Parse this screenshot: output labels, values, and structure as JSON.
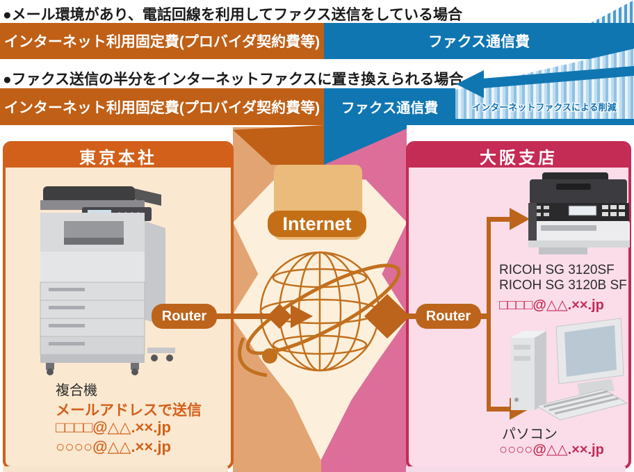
{
  "header": {
    "case1_headline": "●メール環境があり、電話回線を利用してファクス送信をしている場合",
    "case2_headline": "●ファクス送信の半分をインターネットファクスに置き換えられる場合"
  },
  "bars": {
    "fixed_cost_label": "インターネット利用固定費(プロバイダ契約費等)",
    "fax_cost_label": "ファクス通信費",
    "saving_label": "インターネットファクスによる削減"
  },
  "chart_data": {
    "type": "bar",
    "subtype": "horizontal-stacked-comparison",
    "categories": [
      "メール環境があり、電話回線を利用してファクス送信をしている場合",
      "ファクス送信の半分をインターネットファクスに置き換えられる場合"
    ],
    "series": [
      {
        "name": "インターネット利用固定費(プロバイダ契約費等)",
        "values_percent": [
          51,
          51
        ],
        "color": "#C05F16"
      },
      {
        "name": "ファクス通信費",
        "values_percent": [
          49,
          21
        ],
        "color": "#1076B2"
      },
      {
        "name": "インターネットファクスによる削減",
        "values_percent": [
          0,
          28
        ],
        "color": "striped-lightblue"
      }
    ],
    "title": "",
    "xlabel": "",
    "ylabel": "",
    "legend_position": "in-bar-labels",
    "grid": false
  },
  "network": {
    "internet_label": "Internet",
    "router_label": "Router"
  },
  "tokyo": {
    "title": "東京本社",
    "device_label": "複合機",
    "send_method": "メールアドレスで送信",
    "address1": "□□□□@△△.××.jp",
    "address2": "○○○○@△△.××.jp"
  },
  "osaka": {
    "title": "大阪支店",
    "printer_model1": "RICOH SG 3120SF",
    "printer_model2": "RICOH SG 3120B SF",
    "printer_address": "□□□□@△△.××.jp",
    "pc_label": "パソコン",
    "pc_address": "○○○○@△△.××.jp"
  },
  "colors": {
    "bar_orange": "#C05F16",
    "bar_blue": "#1076B2",
    "stripe_blue": "#8FC2E4",
    "tokyo_accent": "#D2601A",
    "tokyo_body": "#FBE8D0",
    "osaka_accent": "#C42B55",
    "osaka_body": "#FADDE9",
    "center_salmon": "#E2A473",
    "center_pink": "#DD6E99",
    "center_tan": "#EABB7B",
    "center_cream": "#FCF0DC",
    "connector_brown": "#BC641C"
  }
}
